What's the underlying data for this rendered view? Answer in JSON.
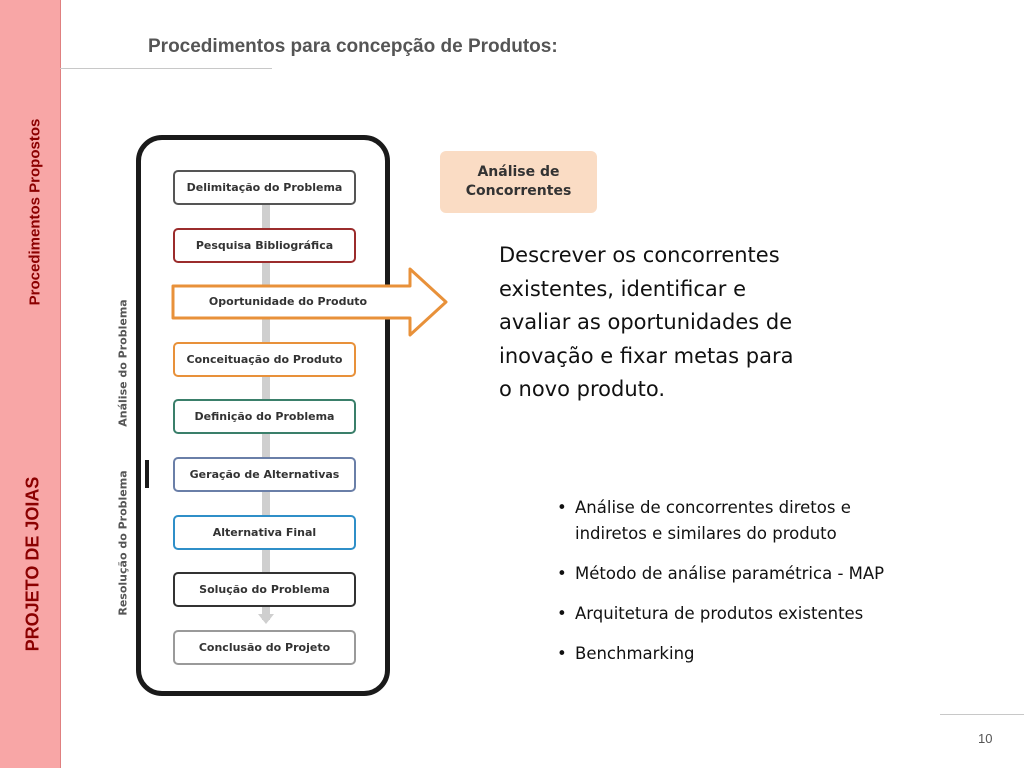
{
  "slide": {
    "title": "Procedimentos para concepção de Produtos:",
    "page_number": "10"
  },
  "sidebar": {
    "section_label": "Procedimentos Propostos",
    "project_label": "PROJETO DE JOIAS"
  },
  "diagram": {
    "phases": {
      "analysis": "Análise do Problema",
      "resolution": "Resolução do Problema"
    },
    "steps": [
      {
        "label": "Delimitação do Problema",
        "color": "#555555"
      },
      {
        "label": "Pesquisa Bibliográfica",
        "color": "#9b2c2c"
      },
      {
        "label": "Oportunidade do Produto",
        "color": "#e8913a"
      },
      {
        "label": "Conceituação do Produto",
        "color": "#e8913a"
      },
      {
        "label": "Definição do Problema",
        "color": "#3a7f6a"
      },
      {
        "label": "Geração de Alternativas",
        "color": "#6a7fa8"
      },
      {
        "label": "Alternativa Final",
        "color": "#2f8fc8"
      },
      {
        "label": "Solução do Problema",
        "color": "#333333"
      },
      {
        "label": "Conclusão do Projeto",
        "color": "#9a9a9a"
      }
    ],
    "highlighted_step_index": 2
  },
  "badge": {
    "line1": "Análise de",
    "line2": "Concorrentes",
    "color": "#fadcc4"
  },
  "description": "Descrever os concorrentes\nexistentes, identificar e\navaliar as oportunidades de\ninovação e fixar metas para\no novo produto.",
  "bullets": [
    "Análise de concorrentes diretos e\nindiretos e similares do produto",
    "Método de análise paramétrica - MAP",
    "Arquitetura de produtos existentes",
    "Benchmarking"
  ],
  "colors": {
    "sidebar": "#f8a6a6",
    "sidebar_text": "#8b0000",
    "accent_orange": "#e8913a"
  }
}
